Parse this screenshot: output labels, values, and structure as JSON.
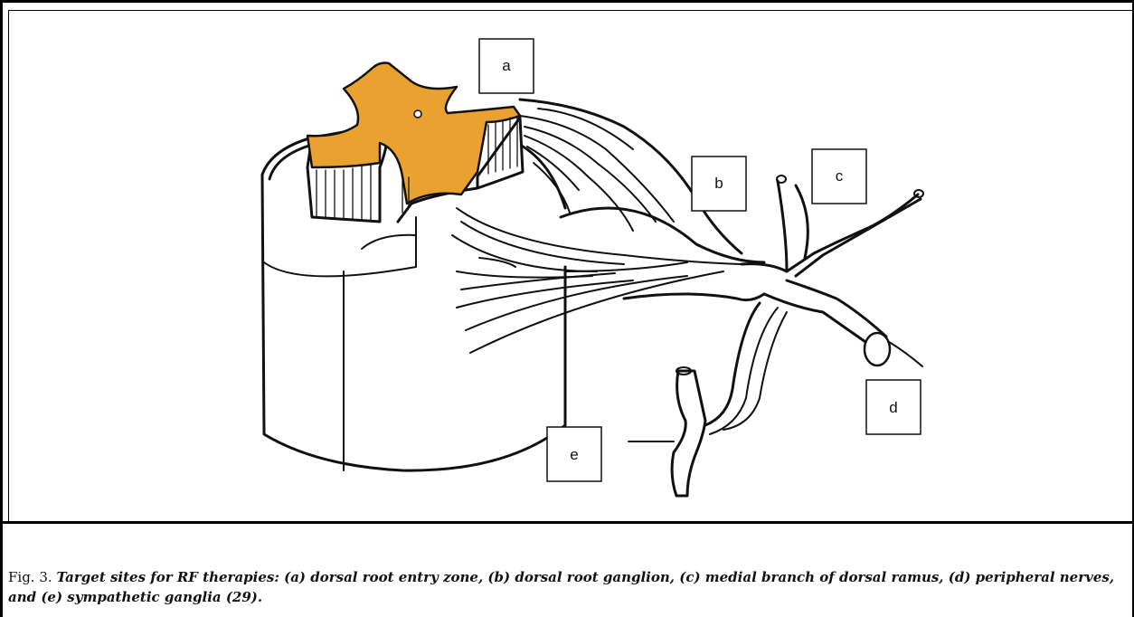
{
  "figure": {
    "labels": {
      "a": "a",
      "b": "b",
      "c": "c",
      "d": "d",
      "e": "e"
    },
    "colors": {
      "gray_matter": "#E9A22F",
      "line": "#111111",
      "background": "#ffffff"
    }
  },
  "caption": {
    "lead": "Fig. 3.",
    "body": "Target sites for RF therapies: (a) dorsal root entry zone, (b) dorsal root ganglion, (c) medial branch of dorsal ramus, (d) peripheral nerves, and (e) sympathetic ganglia (29)."
  }
}
